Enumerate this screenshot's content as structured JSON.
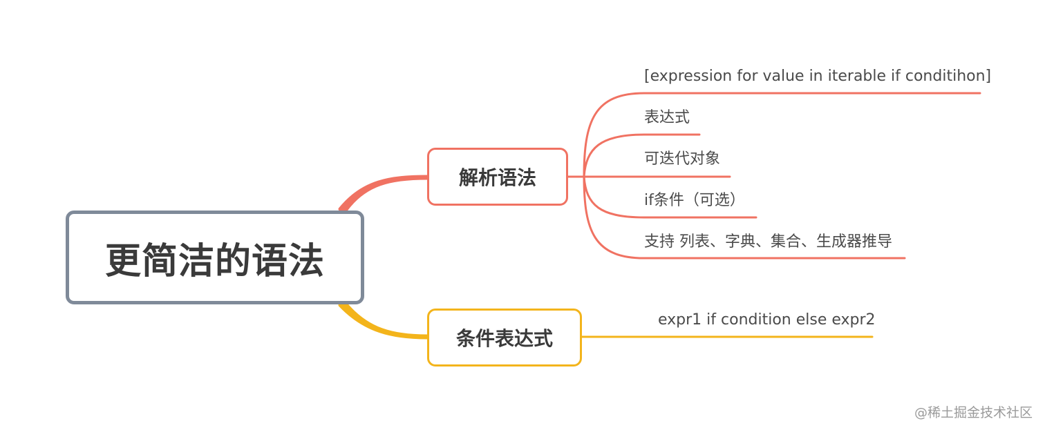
{
  "root": {
    "label": "更简洁的语法",
    "border_color": "#7f8a99"
  },
  "branches": [
    {
      "label": "解析语法",
      "color": "#f07262",
      "children": [
        "[expression for value in iterable if conditihon]",
        "表达式",
        "可迭代对象",
        "if条件（可选）",
        "支持 列表、字典、集合、生成器推导"
      ]
    },
    {
      "label": "条件表达式",
      "color": "#f3b41b",
      "children": [
        "expr1 if condition else expr2"
      ]
    }
  ],
  "watermark": "@稀土掘金技术社区"
}
